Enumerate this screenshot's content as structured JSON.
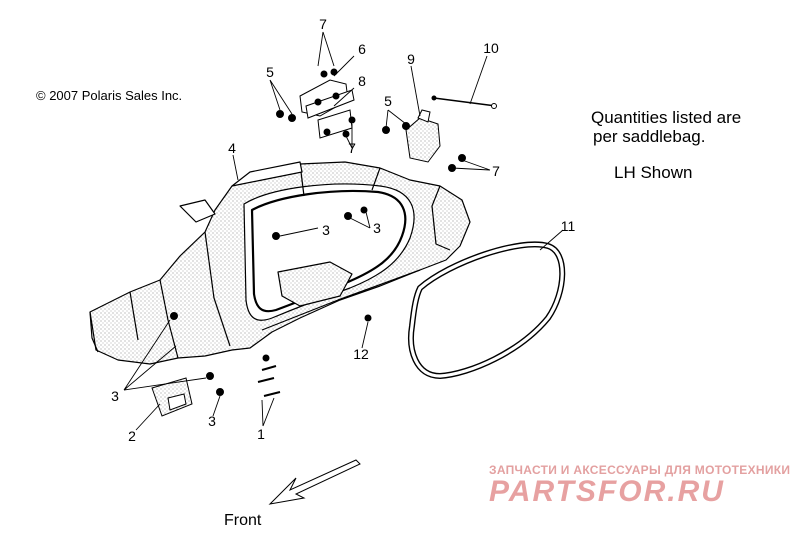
{
  "copyright": "© 2007 Polaris Sales Inc.",
  "notes": {
    "quantities_line1": "Quantities listed are",
    "quantities_line2": "per saddlebag.",
    "shown": "LH Shown"
  },
  "front_label": "Front",
  "watermark": {
    "tagline": "ЗАПЧАСТИ И АКСЕССУАРЫ ДЛЯ МОТОТЕХНИКИ",
    "logo": "PARTSFOR.RU"
  },
  "callouts": {
    "c1": "1",
    "c2": "2",
    "c3a": "3",
    "c3b": "3",
    "c3c": "3",
    "c3d": "3",
    "c4": "4",
    "c5a": "5",
    "c5b": "5",
    "c6": "6",
    "c7a": "7",
    "c7b": "7",
    "c7c": "7",
    "c8": "8",
    "c9": "9",
    "c10": "10",
    "c11": "11",
    "c12": "12"
  },
  "colors": {
    "line": "#000000",
    "watermark": "#e3a0a0"
  }
}
